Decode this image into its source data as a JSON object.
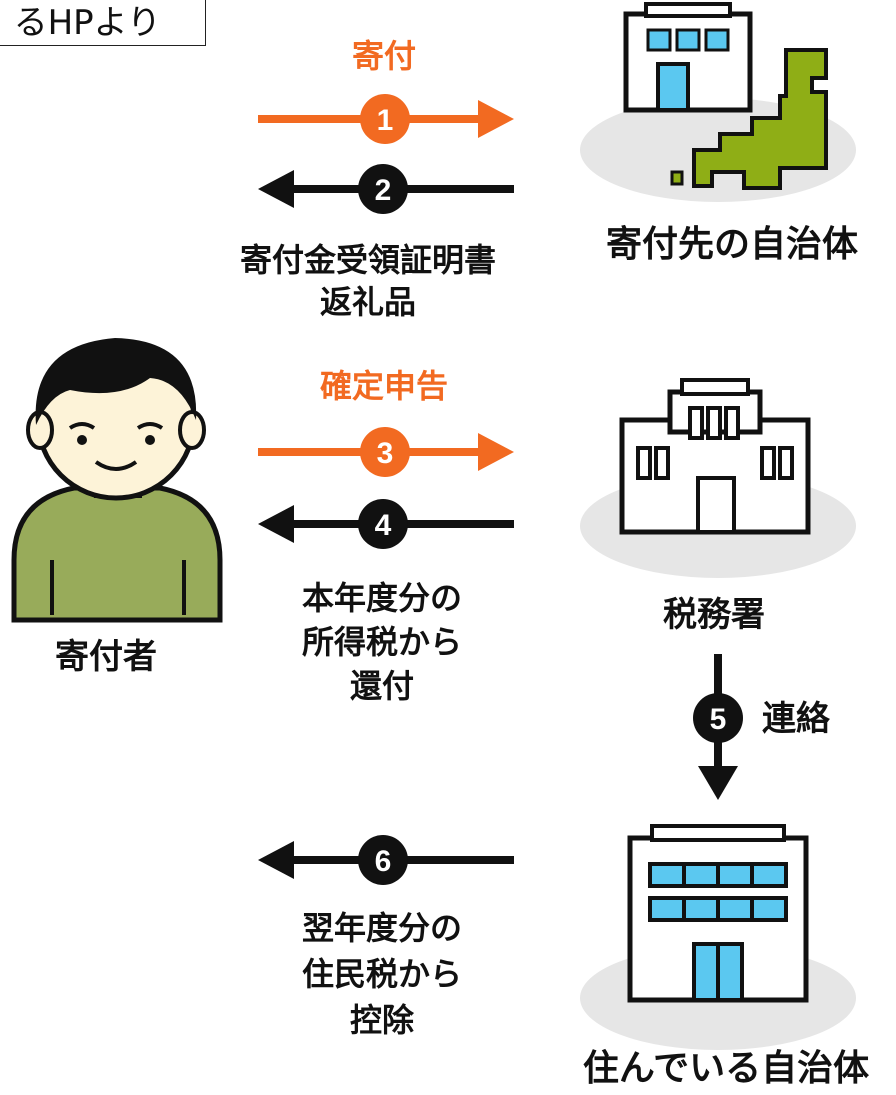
{
  "source_note": "るHPより",
  "donor": {
    "label": "寄付者"
  },
  "recipient_municipality": {
    "label": "寄付先の自治体"
  },
  "tax_office": {
    "label": "税務署"
  },
  "resident_municipality": {
    "label": "住んでいる自治体"
  },
  "steps": [
    {
      "number": "1",
      "label": "寄付",
      "color": "#f26a21"
    },
    {
      "number": "2",
      "label_lines": [
        "寄付金受領証明書",
        "返礼品"
      ],
      "color": "#111111"
    },
    {
      "number": "3",
      "label": "確定申告",
      "color": "#f26a21"
    },
    {
      "number": "4",
      "label_lines": [
        "本年度分の",
        "所得税から",
        "還付"
      ],
      "color": "#111111"
    },
    {
      "number": "5",
      "label": "連絡",
      "color": "#111111"
    },
    {
      "number": "6",
      "label_lines": [
        "翌年度分の",
        "住民税から",
        "控除"
      ],
      "color": "#111111"
    }
  ],
  "colors": {
    "accent": "#f26a21",
    "dark": "#111111",
    "japan_green": "#8fae16",
    "window_blue": "#5bc8f0",
    "skin": "#fdf3d8",
    "shirt": "#98ab5a",
    "ground": "#e6e6e6"
  }
}
